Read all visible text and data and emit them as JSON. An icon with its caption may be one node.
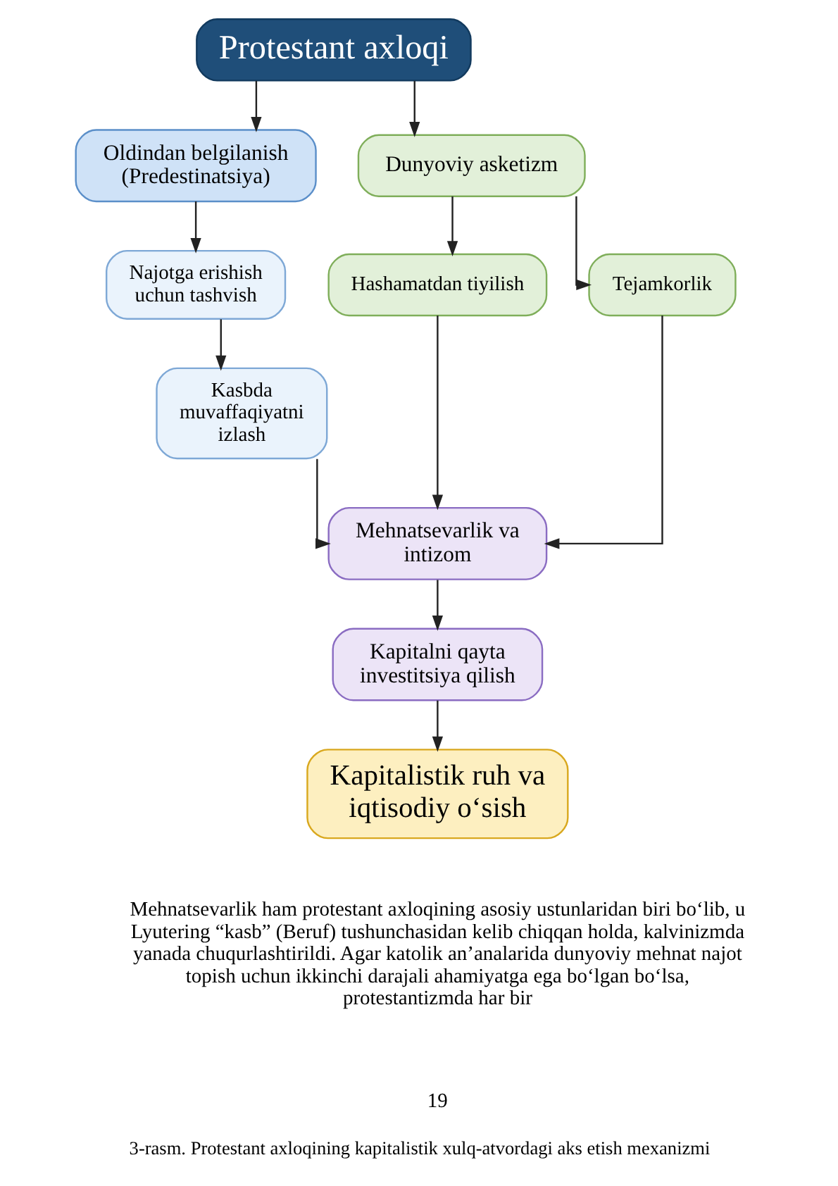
{
  "diagram": {
    "caption": "3-rasm. Protestant axloqining kapitalistik xulq-atvordagi aks etish mexanizmi",
    "nodes": [
      {
        "text": [
          "Protestant axloqi"
        ]
      },
      {
        "text": [
          "Oldindan belgilanish (Predestinatsiya)"
        ]
      },
      {
        "text": [
          "Dunyoviy asketizm"
        ]
      },
      {
        "text": [
          "Najotga erishish uchun tashvish"
        ]
      },
      {
        "text": [
          "Hashamatdan tiyilish"
        ]
      },
      {
        "text": [
          "Tejamkorlik"
        ]
      },
      {
        "text": [
          "Kasbda muvaffaqiyatni izlash"
        ]
      },
      {
        "text": [
          "Mehnatsevarlik va intizom"
        ]
      },
      {
        "text": [
          "Kapitalni qayta investitsiya qilish"
        ]
      },
      {
        "text": [
          "Kapitalistik ruh va iqtisodiy o‘sish"
        ]
      }
    ],
    "edges": [
      {
        "from": 0,
        "to": 1,
        "arrow": "to"
      },
      {
        "from": 0,
        "to": 2,
        "arrow": "to"
      },
      {
        "from": 1,
        "to": 3,
        "arrow": "to"
      },
      {
        "from": 2,
        "to": 4,
        "arrow": "to"
      },
      {
        "from": 2,
        "to": 5,
        "arrow": "to"
      },
      {
        "from": 3,
        "to": 6,
        "arrow": "to"
      },
      {
        "from": 6,
        "to": 7,
        "arrow": "to"
      },
      {
        "from": 4,
        "to": 7,
        "arrow": "to"
      },
      {
        "from": 5,
        "to": 7,
        "arrow": "to"
      },
      {
        "from": 7,
        "to": 8,
        "arrow": "to"
      },
      {
        "from": 8,
        "to": 9,
        "arrow": "to"
      }
    ],
    "labels": [
      "Mehnatsevarlik ham protestant axloqining asosiy ustunlaridan biri bo‘lib, u Lyutering “kasb” (Beruf) tushunchasidan kelib chiqqan holda, kalvinizmda yanada chuqurlashtirildi. Agar katolik an’analarida dunyoviy mehnat najot topish uchun ikkinchi darajali ahamiyatga ega bo‘lgan bo‘lsa, protestantizmda har bir",
      "19"
    ]
  }
}
